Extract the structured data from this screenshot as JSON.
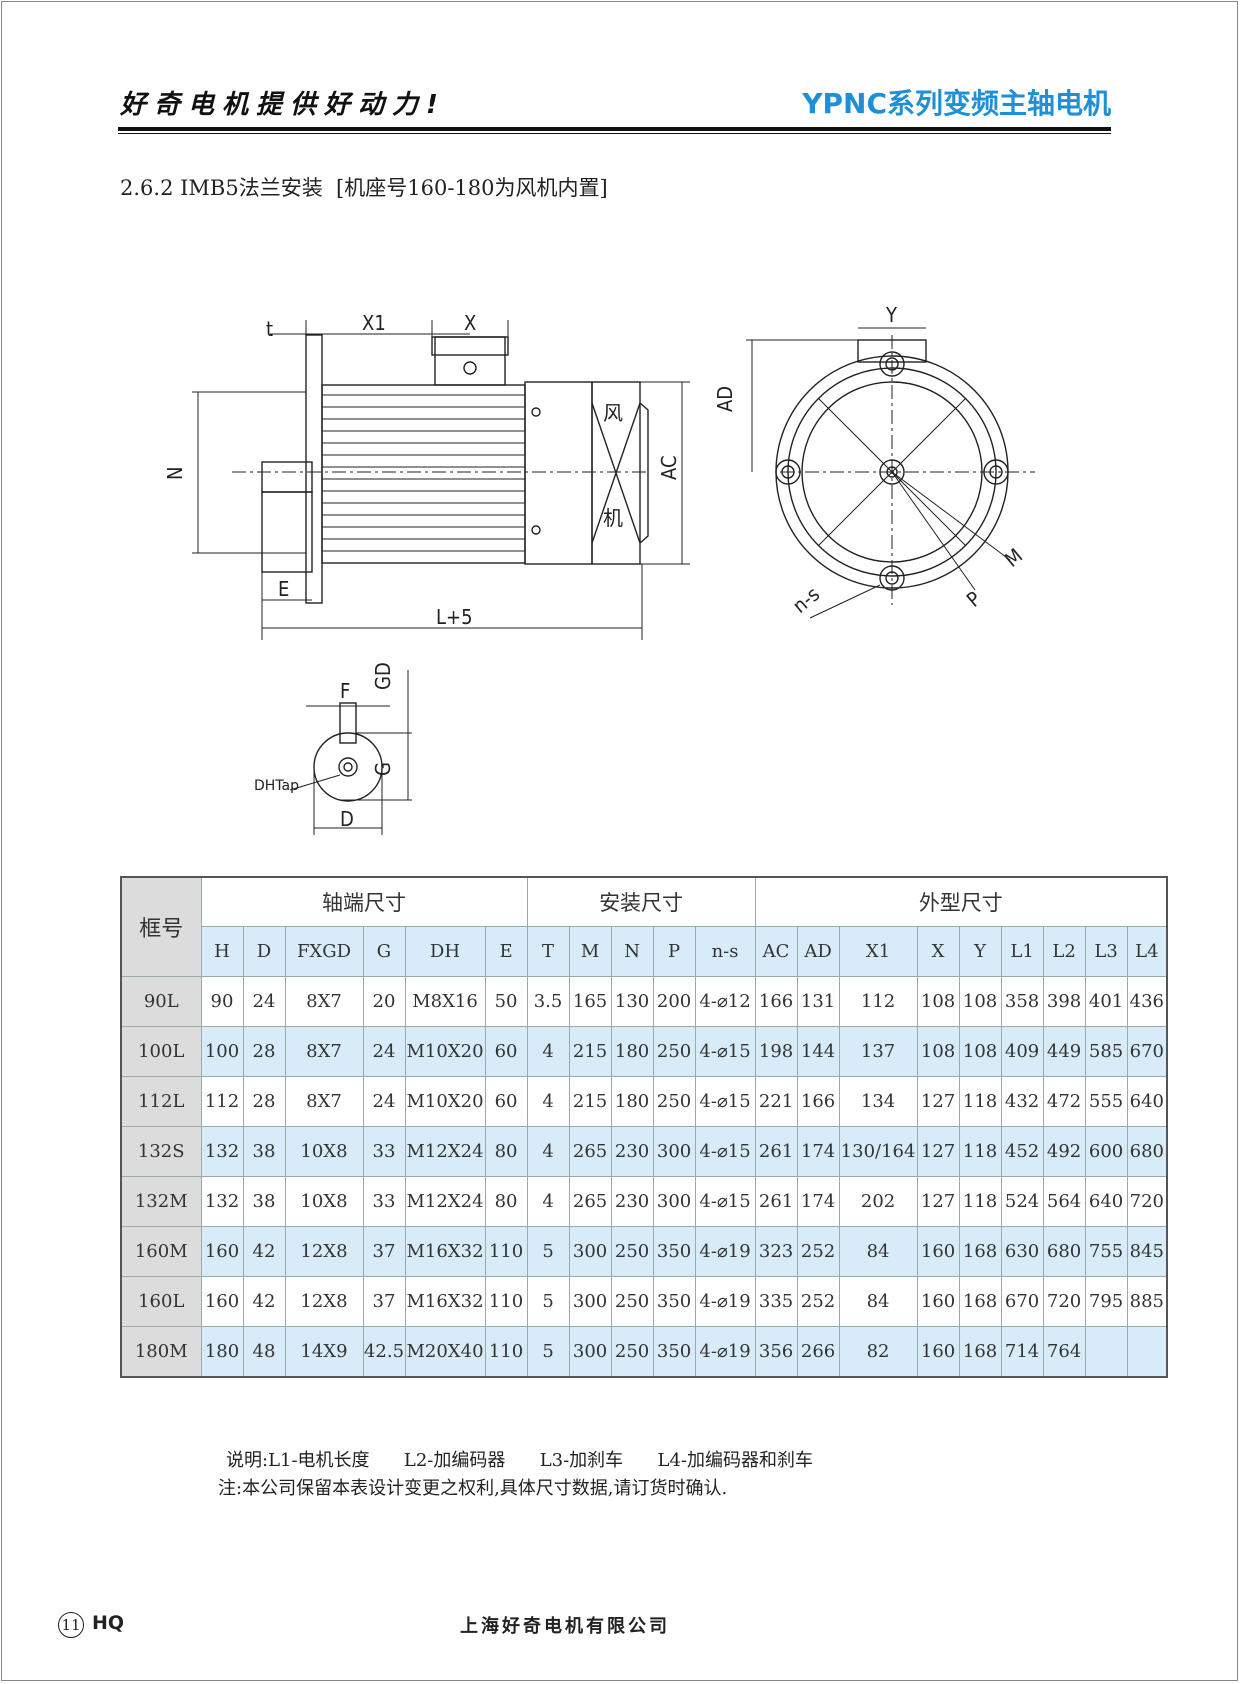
{
  "header": {
    "slogan": "好奇电机提供好动力!",
    "series_title": "YPNC系列变频主轴电机"
  },
  "section_title": "2.6.2 IMB5法兰安装  [机座号160-180为风机内置]",
  "drawing": {
    "labels": {
      "t": "t",
      "x1": "X1",
      "x": "X",
      "n": "N",
      "ac": "AC",
      "e": "E",
      "l5": "L+5",
      "fan1": "风",
      "fan2": "机",
      "y": "Y",
      "ad": "AD",
      "m": "M",
      "ns": "n-s",
      "p": "P",
      "f": "F",
      "gd": "GD",
      "g": "G",
      "dh": "DHTap",
      "d": "D"
    }
  },
  "table": {
    "corner": "框号",
    "groups": [
      "轴端尺寸",
      "安装尺寸",
      "外型尺寸"
    ],
    "columns": [
      "H",
      "D",
      "FXGD",
      "G",
      "DH",
      "E",
      "T",
      "M",
      "N",
      "P",
      "n-s",
      "AC",
      "AD",
      "X1",
      "X",
      "Y",
      "L1",
      "L2",
      "L3",
      "L4"
    ],
    "rows": [
      {
        "frame": "90L",
        "cells": [
          "90",
          "24",
          "8X7",
          "20",
          "M8X16",
          "50",
          "3.5",
          "165",
          "130",
          "200",
          "4-⌀12",
          "166",
          "131",
          "112",
          "108",
          "108",
          "358",
          "398",
          "401",
          "436"
        ]
      },
      {
        "frame": "100L",
        "cells": [
          "100",
          "28",
          "8X7",
          "24",
          "M10X20",
          "60",
          "4",
          "215",
          "180",
          "250",
          "4-⌀15",
          "198",
          "144",
          "137",
          "108",
          "108",
          "409",
          "449",
          "585",
          "670"
        ]
      },
      {
        "frame": "112L",
        "cells": [
          "112",
          "28",
          "8X7",
          "24",
          "M10X20",
          "60",
          "4",
          "215",
          "180",
          "250",
          "4-⌀15",
          "221",
          "166",
          "134",
          "127",
          "118",
          "432",
          "472",
          "555",
          "640"
        ]
      },
      {
        "frame": "132S",
        "cells": [
          "132",
          "38",
          "10X8",
          "33",
          "M12X24",
          "80",
          "4",
          "265",
          "230",
          "300",
          "4-⌀15",
          "261",
          "174",
          "130/164",
          "127",
          "118",
          "452",
          "492",
          "600",
          "680"
        ]
      },
      {
        "frame": "132M",
        "cells": [
          "132",
          "38",
          "10X8",
          "33",
          "M12X24",
          "80",
          "4",
          "265",
          "230",
          "300",
          "4-⌀15",
          "261",
          "174",
          "202",
          "127",
          "118",
          "524",
          "564",
          "640",
          "720"
        ]
      },
      {
        "frame": "160M",
        "cells": [
          "160",
          "42",
          "12X8",
          "37",
          "M16X32",
          "110",
          "5",
          "300",
          "250",
          "350",
          "4-⌀19",
          "323",
          "252",
          "84",
          "160",
          "168",
          "630",
          "680",
          "755",
          "845"
        ]
      },
      {
        "frame": "160L",
        "cells": [
          "160",
          "42",
          "12X8",
          "37",
          "M16X32",
          "110",
          "5",
          "300",
          "250",
          "350",
          "4-⌀19",
          "335",
          "252",
          "84",
          "160",
          "168",
          "670",
          "720",
          "795",
          "885"
        ]
      },
      {
        "frame": "180M",
        "cells": [
          "180",
          "48",
          "14X9",
          "42.5",
          "M20X40",
          "110",
          "5",
          "300",
          "250",
          "350",
          "4-⌀19",
          "356",
          "266",
          "82",
          "160",
          "168",
          "714",
          "764",
          "",
          ""
        ]
      }
    ]
  },
  "notes": {
    "legend": "说明:L1-电机长度      L2-加编码器      L3-加刹车      L4-加编码器和刹车",
    "disclaimer": "注:本公司保留本表设计变更之权利,具体尺寸数据,请订货时确认."
  },
  "footer": {
    "page": "11",
    "brand": "HQ",
    "company": "上海好奇电机有限公司"
  }
}
